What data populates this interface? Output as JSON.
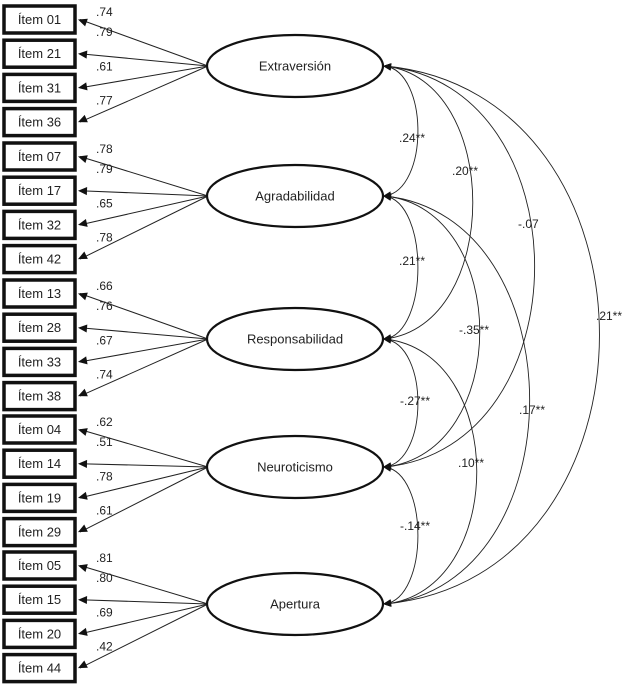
{
  "diagram": {
    "type": "structural-equation-model",
    "factors": [
      {
        "id": "E",
        "label": "Extraversión",
        "items": [
          {
            "label": "Ítem 01",
            "loading": ".74"
          },
          {
            "label": "Ítem 21",
            "loading": ".79"
          },
          {
            "label": "Ítem 31",
            "loading": ".61"
          },
          {
            "label": "Ítem 36",
            "loading": ".77"
          }
        ]
      },
      {
        "id": "A",
        "label": "Agradabilidad",
        "items": [
          {
            "label": "Ítem 07",
            "loading": ".78"
          },
          {
            "label": "Ítem 17",
            "loading": ".79"
          },
          {
            "label": "Ítem 32",
            "loading": ".65"
          },
          {
            "label": "Ítem 42",
            "loading": ".78"
          }
        ]
      },
      {
        "id": "R",
        "label": "Responsabilidad",
        "items": [
          {
            "label": "Ítem 13",
            "loading": ".66"
          },
          {
            "label": "Ítem 28",
            "loading": ".76"
          },
          {
            "label": "Ítem 33",
            "loading": ".67"
          },
          {
            "label": "Ítem 38",
            "loading": ".74"
          }
        ]
      },
      {
        "id": "N",
        "label": "Neuroticismo",
        "items": [
          {
            "label": "Ítem 04",
            "loading": ".62"
          },
          {
            "label": "Ítem 14",
            "loading": ".51"
          },
          {
            "label": "Ítem 19",
            "loading": ".78"
          },
          {
            "label": "Ítem 29",
            "loading": ".61"
          }
        ]
      },
      {
        "id": "O",
        "label": "Apertura",
        "items": [
          {
            "label": "Ítem 05",
            "loading": ".81"
          },
          {
            "label": "Ítem 15",
            "loading": ".80"
          },
          {
            "label": "Ítem 20",
            "loading": ".69"
          },
          {
            "label": "Ítem 44",
            "loading": ".42"
          }
        ]
      }
    ],
    "correlations": [
      {
        "from": "E",
        "to": "A",
        "value": ".24**"
      },
      {
        "from": "E",
        "to": "R",
        "value": ".20**"
      },
      {
        "from": "E",
        "to": "N",
        "value": "-.07"
      },
      {
        "from": "E",
        "to": "O",
        "value": ".21**"
      },
      {
        "from": "A",
        "to": "R",
        "value": ".21**"
      },
      {
        "from": "A",
        "to": "N",
        "value": "-.35**"
      },
      {
        "from": "A",
        "to": "O",
        "value": ".17**"
      },
      {
        "from": "R",
        "to": "N",
        "value": "-.27**"
      },
      {
        "from": "R",
        "to": "O",
        "value": ".10**"
      },
      {
        "from": "N",
        "to": "O",
        "value": "-.14**"
      }
    ]
  }
}
